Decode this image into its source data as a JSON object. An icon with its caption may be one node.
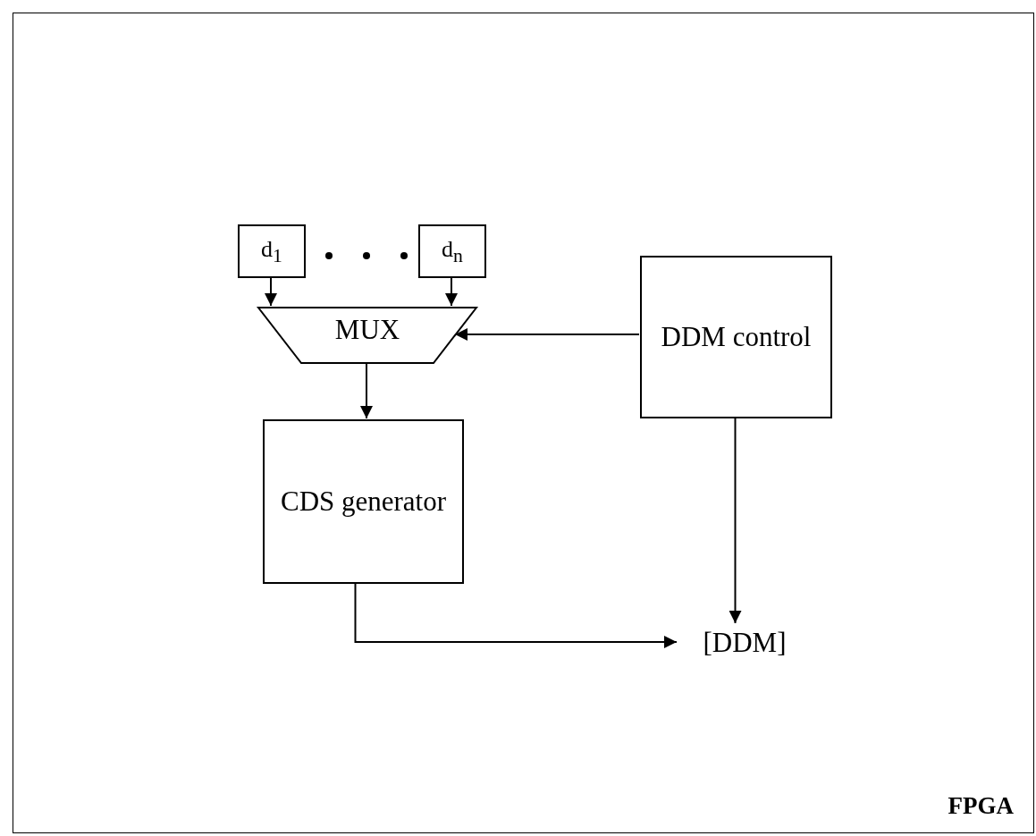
{
  "diagram": {
    "nodes": [
      {
        "text": [
          "FPGA"
        ]
      },
      {
        "text": [
          "d$_{1}$"
        ],
        "in": 0
      },
      {
        "text": [
          "d$_{n}$"
        ],
        "in": 0
      },
      {
        "text": [
          "MUX"
        ],
        "in": 0
      },
      {
        "text": [
          "DDM control"
        ],
        "in": 0
      },
      {
        "text": [
          "CDS generator"
        ],
        "in": 0
      },
      {
        "text": [
          "[DDM]"
        ],
        "in": 0
      }
    ],
    "edges": [
      {
        "from": 1,
        "to": 3,
        "arrow": "to"
      },
      {
        "from": 2,
        "to": 3,
        "arrow": "to"
      },
      {
        "from": 4,
        "to": 3,
        "arrow": "to"
      },
      {
        "from": 3,
        "to": 5,
        "arrow": "to"
      },
      {
        "from": 5,
        "to": 6,
        "arrow": "to"
      },
      {
        "from": 4,
        "to": 6,
        "arrow": "to"
      }
    ]
  }
}
